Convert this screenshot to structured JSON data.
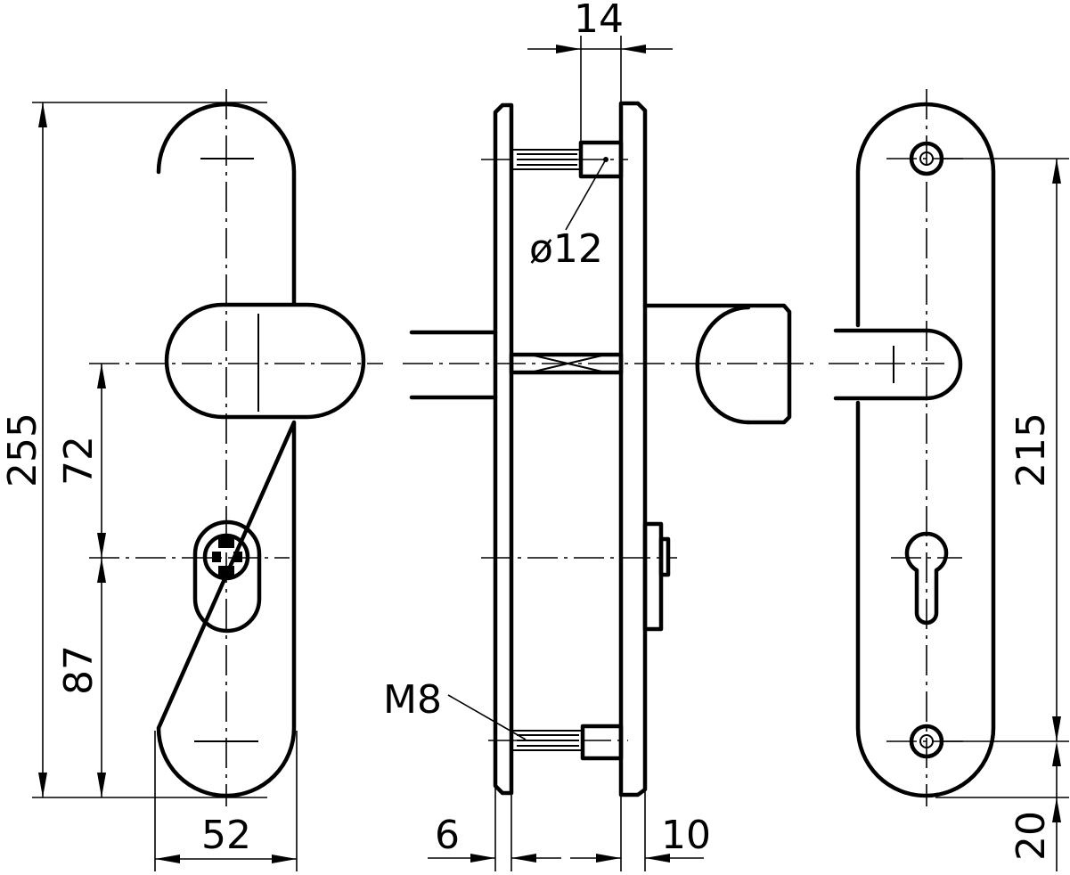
{
  "dimensions": {
    "d255": "255",
    "d72": "72",
    "d87": "87",
    "d52": "52",
    "d14": "14",
    "d6": "6",
    "d10": "10",
    "d215": "215",
    "d20": "20"
  },
  "labels": {
    "bore": "ø12",
    "thread": "M8"
  }
}
